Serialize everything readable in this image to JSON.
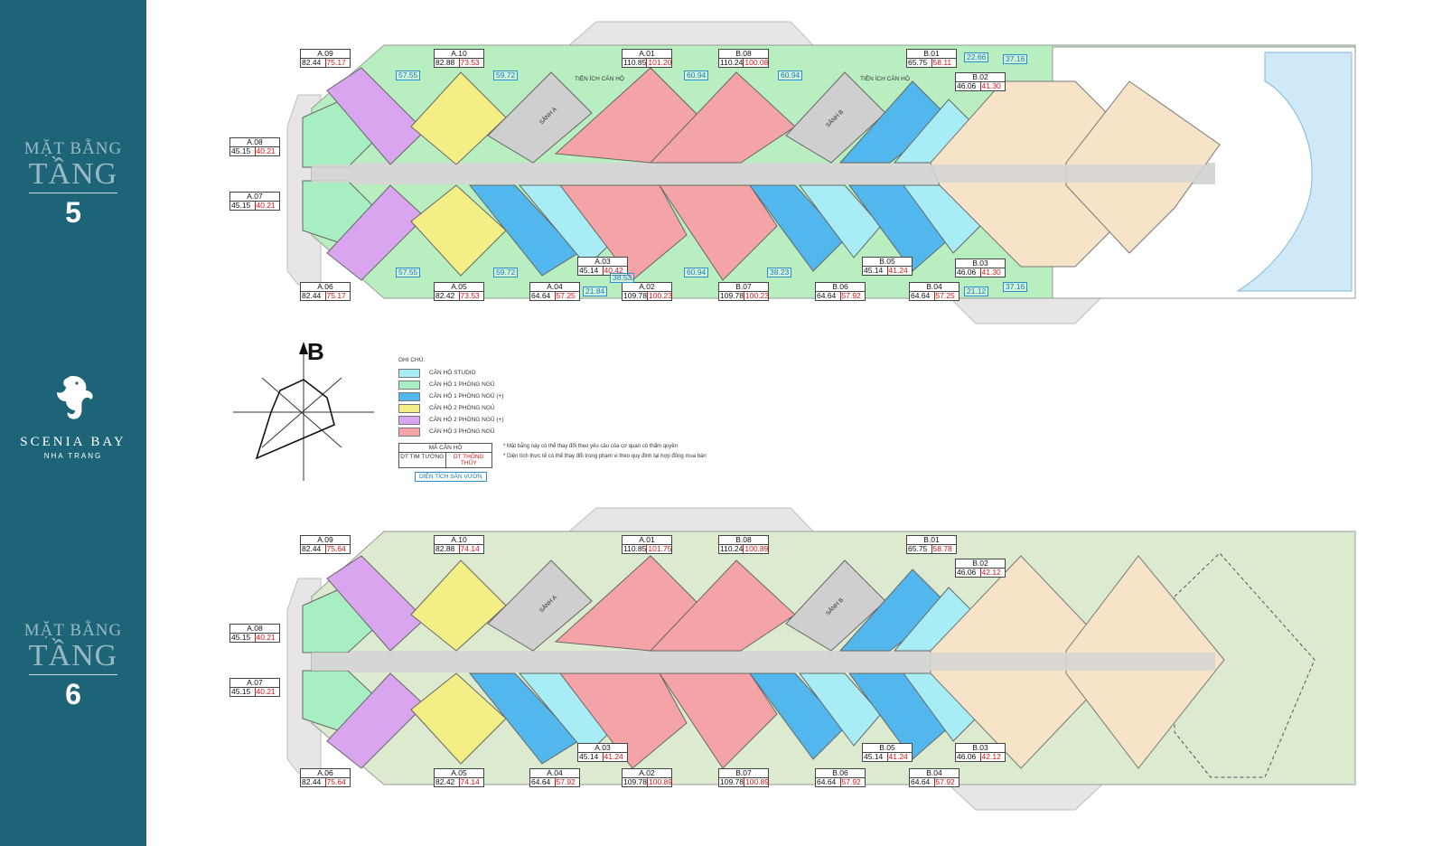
{
  "sidebar": {
    "floor5": {
      "small": "MẶT BẰNG",
      "big": "TẦNG",
      "num": "5"
    },
    "floor6": {
      "small": "MẶT BẰNG",
      "big": "TẦNG",
      "num": "6"
    },
    "logo": {
      "brand": "SCENIA BAY",
      "city": "NHA TRANG"
    }
  },
  "colors": {
    "sidebar": "#1d6479",
    "studio": "#a8ecf6",
    "one_bed": "#a7eec2",
    "one_bed_plus": "#52b7ec",
    "two_bed": "#f4ee86",
    "two_bed_plus": "#d8a5ee",
    "three_bed": "#f4a4a6",
    "amenity_beige": "#f7e4c8",
    "garden_green": "#b9efc0",
    "floor6_ground": "#dcebd0",
    "corridor": "#d6d6d6",
    "pool": "#cfe9f8"
  },
  "legend": {
    "title": "GHI CHÚ:",
    "items": [
      {
        "label": "CĂN HỘ STUDIO",
        "color": "#a8ecf6"
      },
      {
        "label": "CĂN HỘ 1 PHÒNG NGỦ",
        "color": "#a7eec2"
      },
      {
        "label": "CĂN HỘ 1 PHÒNG NGỦ (+)",
        "color": "#52b7ec"
      },
      {
        "label": "CĂN HỘ 2 PHÒNG NGỦ",
        "color": "#f4ee86"
      },
      {
        "label": "CĂN HỘ 2 PHÒNG NGỦ (+)",
        "color": "#d8a5ee"
      },
      {
        "label": "CĂN HỘ 3 PHÒNG NGỦ",
        "color": "#f4a4a6"
      }
    ],
    "key_code": "MÃ CĂN HỘ",
    "key_wall": "DT TIM TƯỜNG",
    "key_clear": "DT THÔNG THỦY",
    "key_garden": "DIỆN TÍCH SÂN VƯỜN",
    "note1": "* Mặt bằng này có thể thay đổi theo yêu cầu của cơ quan có thẩm quyền",
    "note2": "* Diện tích thực tế có thể thay đổi trong phạm vi theo quy định tại hợp đồng mua bán"
  },
  "compass": {
    "label": "B"
  },
  "plan5": {
    "amenity1": "TIỆN ÍCH CĂN HỘ",
    "amenity2": "TIỆN ÍCH CĂN HỘ",
    "lobbyA": "SẢNH A",
    "lobbyB": "SẢNH B",
    "units": [
      {
        "code": "A.09",
        "a": "82.44",
        "b": "75.17"
      },
      {
        "code": "A.10",
        "a": "82.88",
        "b": "73.53"
      },
      {
        "code": "A.01",
        "a": "110.85",
        "b": "101.20"
      },
      {
        "code": "B.08",
        "a": "110.24",
        "b": "100.08"
      },
      {
        "code": "B.01",
        "a": "65.75",
        "b": "58.11"
      },
      {
        "code": "B.02",
        "a": "46.06",
        "b": "41.30"
      },
      {
        "code": "A.08",
        "a": "45.15",
        "b": "40.21"
      },
      {
        "code": "A.07",
        "a": "45.15",
        "b": "40.21"
      },
      {
        "code": "A.06",
        "a": "82.44",
        "b": "75.17"
      },
      {
        "code": "A.05",
        "a": "82.42",
        "b": "73.53"
      },
      {
        "code": "A.04",
        "a": "64.64",
        "b": "57.25"
      },
      {
        "code": "A.03",
        "a": "45.14",
        "b": "40.42"
      },
      {
        "code": "A.02",
        "a": "109.78",
        "b": "100.23"
      },
      {
        "code": "B.07",
        "a": "109.78",
        "b": "100.23"
      },
      {
        "code": "B.06",
        "a": "64.64",
        "b": "57.92"
      },
      {
        "code": "B.05",
        "a": "45.14",
        "b": "41.24"
      },
      {
        "code": "B.04",
        "a": "64.64",
        "b": "57.25"
      },
      {
        "code": "B.03",
        "a": "46.06",
        "b": "41.30"
      }
    ],
    "gardens": [
      "57.55",
      "59.72",
      "60.94",
      "60.94",
      "22.66",
      "37.16",
      "57.55",
      "59.72",
      "21.84",
      "38.53",
      "60.94",
      "38.23",
      "21.12",
      "37.16"
    ]
  },
  "plan6": {
    "lobbyA": "SẢNH A",
    "lobbyB": "SẢNH B",
    "units": [
      {
        "code": "A.09",
        "a": "82.44",
        "b": "75.64"
      },
      {
        "code": "A.10",
        "a": "82.88",
        "b": "74.14"
      },
      {
        "code": "A.01",
        "a": "110.85",
        "b": "101.75"
      },
      {
        "code": "B.08",
        "a": "110.24",
        "b": "100.89"
      },
      {
        "code": "B.01",
        "a": "65.75",
        "b": "58.78"
      },
      {
        "code": "B.02",
        "a": "46.06",
        "b": "42.12"
      },
      {
        "code": "A.08",
        "a": "45.15",
        "b": "40.21"
      },
      {
        "code": "A.07",
        "a": "45.15",
        "b": "40.21"
      },
      {
        "code": "A.06",
        "a": "82.44",
        "b": "75.64"
      },
      {
        "code": "A.05",
        "a": "82.42",
        "b": "74.14"
      },
      {
        "code": "A.04",
        "a": "64.64",
        "b": "57.92"
      },
      {
        "code": "A.03",
        "a": "45.14",
        "b": "41.24"
      },
      {
        "code": "A.02",
        "a": "109.78",
        "b": "100.89"
      },
      {
        "code": "B.07",
        "a": "109.78",
        "b": "100.89"
      },
      {
        "code": "B.06",
        "a": "64.64",
        "b": "57.92"
      },
      {
        "code": "B.05",
        "a": "45.14",
        "b": "41.24"
      },
      {
        "code": "B.04",
        "a": "64.64",
        "b": "57.92"
      },
      {
        "code": "B.03",
        "a": "46.06",
        "b": "42.12"
      }
    ]
  }
}
